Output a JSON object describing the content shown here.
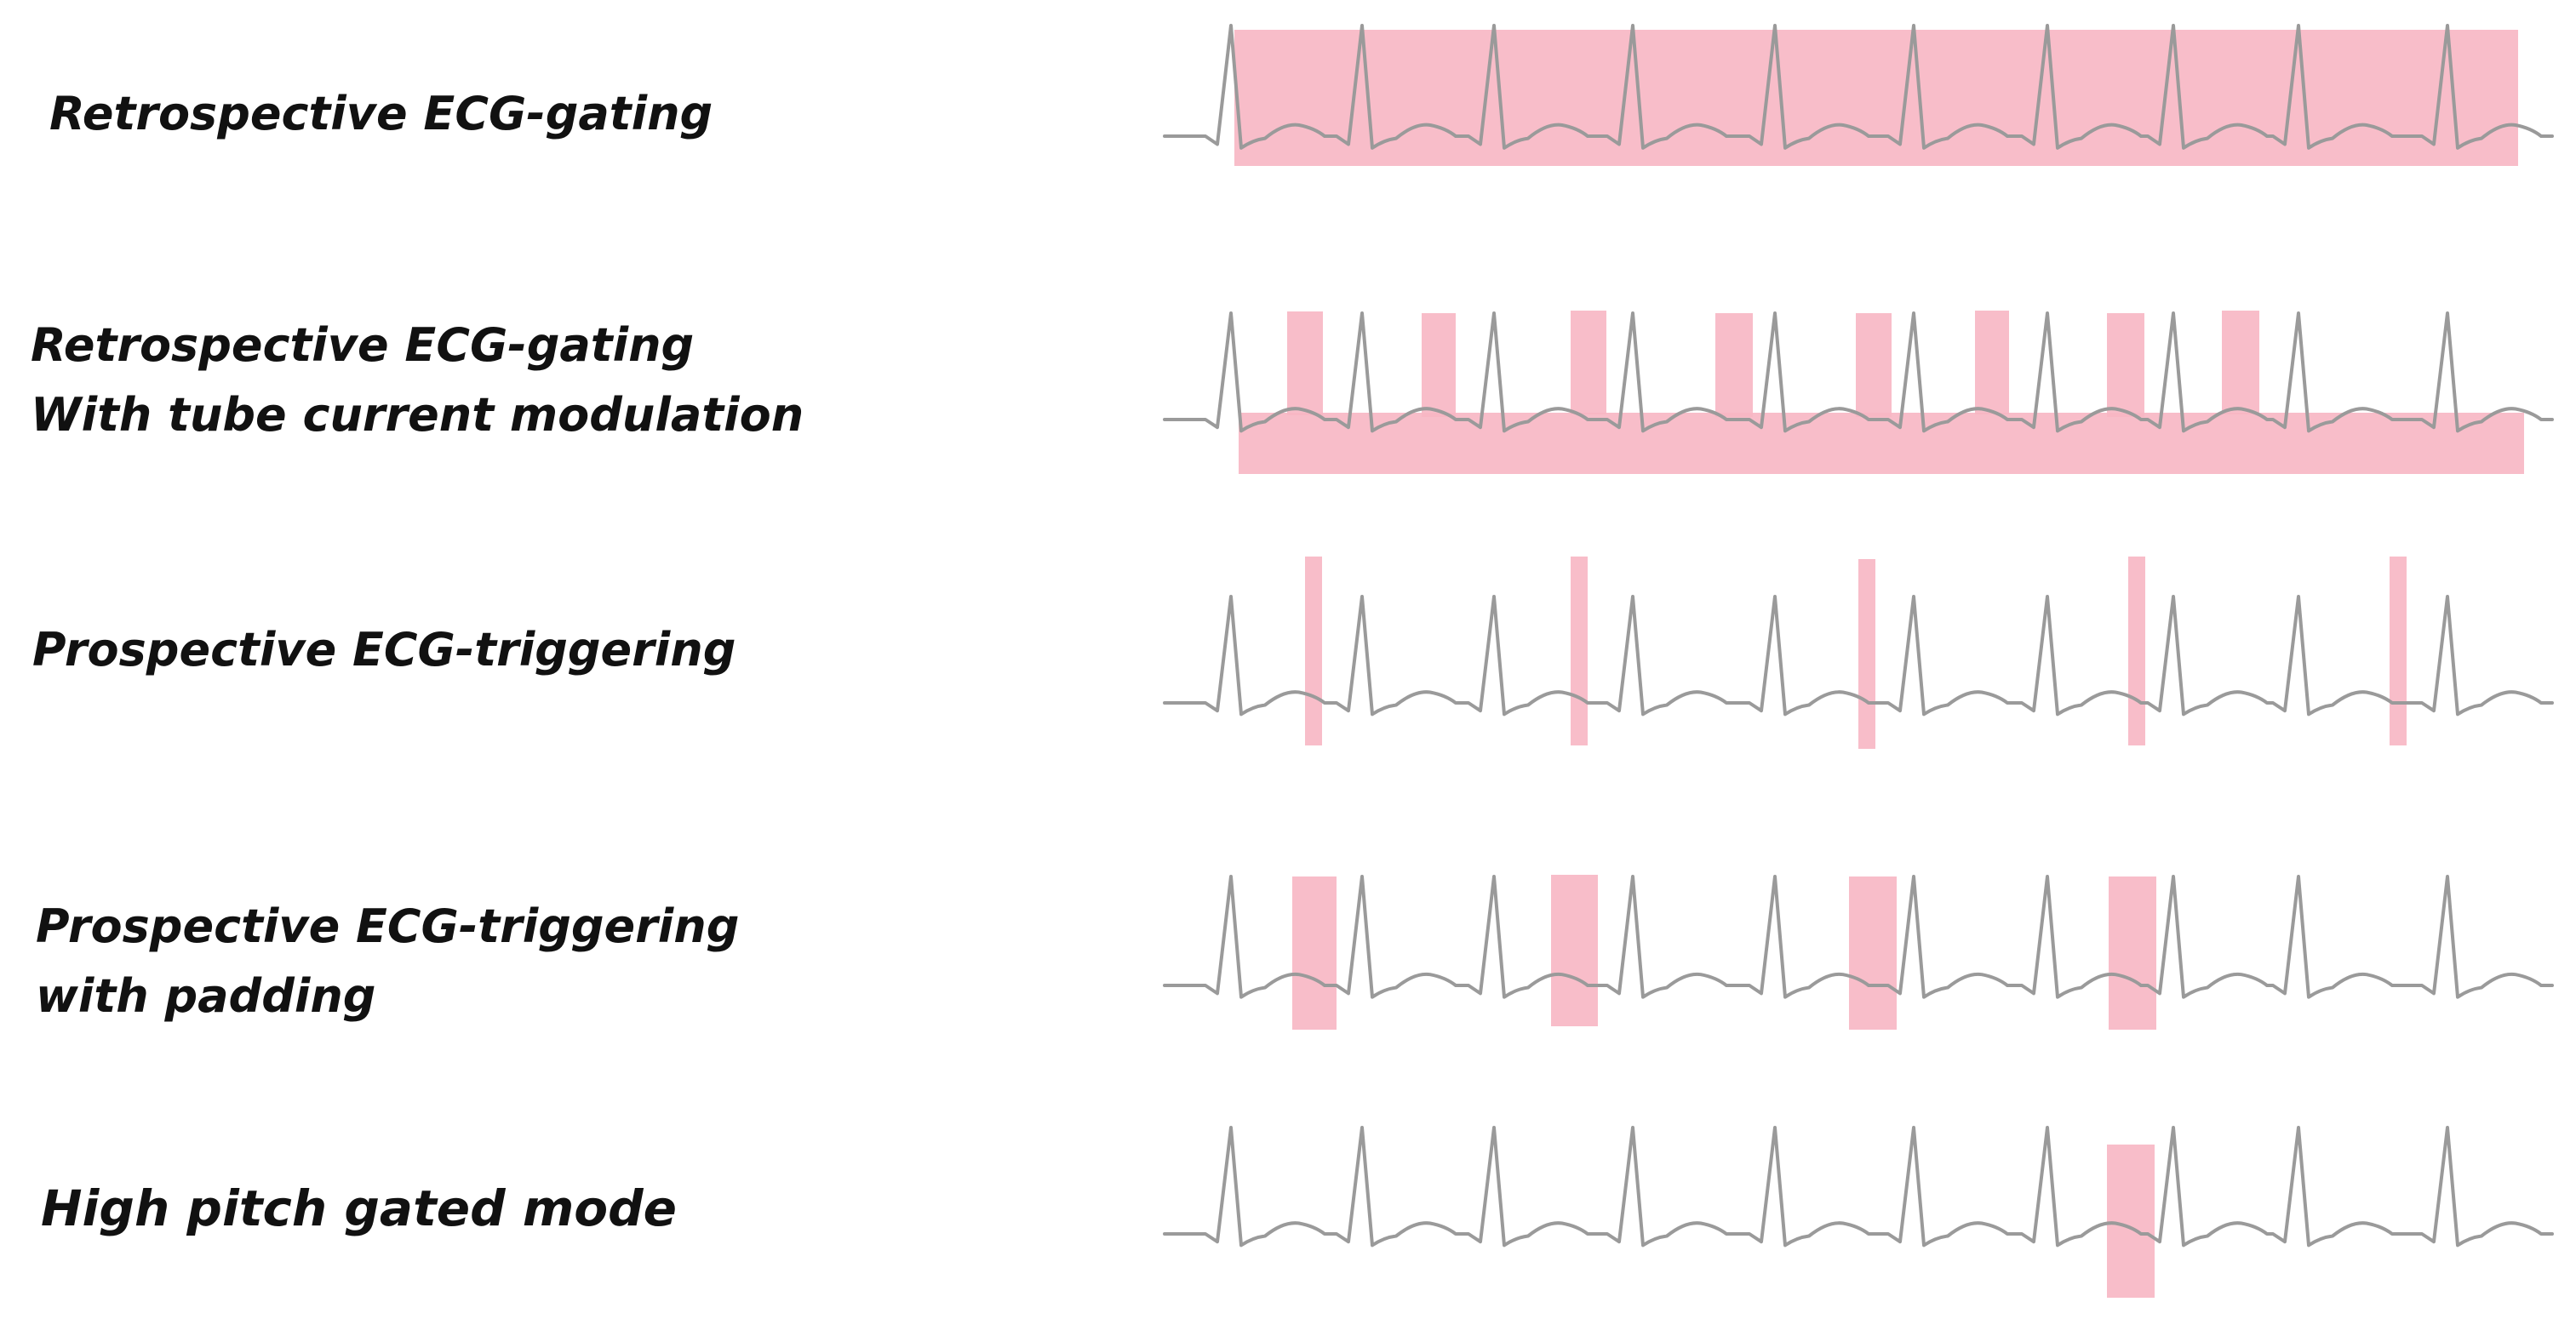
{
  "rows": [
    {
      "id": "retrospective-gating",
      "label_lines": [
        "Retrospective ECG-gating"
      ],
      "exposure": "continuous-full-dose"
    },
    {
      "id": "retrospective-gating-tcm",
      "label_lines": [
        "Retrospective ECG-gating",
        "With tube current modulation"
      ],
      "exposure": "continuous-reduced-with-full-dose-windows"
    },
    {
      "id": "prospective-triggering",
      "label_lines": [
        "Prospective ECG-triggering"
      ],
      "exposure": "narrow-windows"
    },
    {
      "id": "prospective-triggering-padding",
      "label_lines": [
        "Prospective ECG-triggering",
        "with padding"
      ],
      "exposure": "wide-windows"
    },
    {
      "id": "high-pitch",
      "label_lines": [
        "High pitch gated mode"
      ],
      "exposure": "single-window"
    }
  ],
  "colors": {
    "trace": "#9a9a9a",
    "exposure": "#f7b6c3",
    "text": "#111111"
  }
}
